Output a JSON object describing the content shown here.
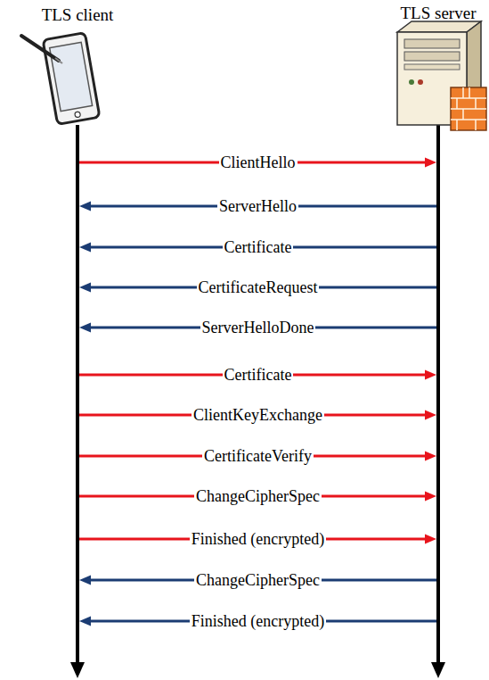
{
  "diagram": {
    "nodes": [
      {
        "text": [
          "TLS client"
        ]
      },
      {
        "text": [
          "TLS server"
        ]
      }
    ],
    "edges": [
      {
        "from": 0,
        "to": 1,
        "label": "ClientHello",
        "arrow": "to"
      },
      {
        "from": 1,
        "to": 0,
        "label": "ServerHello",
        "arrow": "to"
      },
      {
        "from": 1,
        "to": 0,
        "label": "Certificate",
        "arrow": "to"
      },
      {
        "from": 1,
        "to": 0,
        "label": "CertificateRequest",
        "arrow": "to"
      },
      {
        "from": 1,
        "to": 0,
        "label": "ServerHelloDone",
        "arrow": "to"
      },
      {
        "from": 0,
        "to": 1,
        "label": "Certificate",
        "arrow": "to"
      },
      {
        "from": 0,
        "to": 1,
        "label": "ClientKeyExchange",
        "arrow": "to"
      },
      {
        "from": 0,
        "to": 1,
        "label": "CertificateVerify",
        "arrow": "to"
      },
      {
        "from": 0,
        "to": 1,
        "label": "ChangeCipherSpec",
        "arrow": "to"
      },
      {
        "from": 0,
        "to": 1,
        "label": "Finished (encrypted)",
        "arrow": "to"
      },
      {
        "from": 1,
        "to": 0,
        "label": "ChangeCipherSpec",
        "arrow": "to"
      },
      {
        "from": 1,
        "to": 0,
        "label": "Finished (encrypted)",
        "arrow": "to"
      }
    ]
  }
}
